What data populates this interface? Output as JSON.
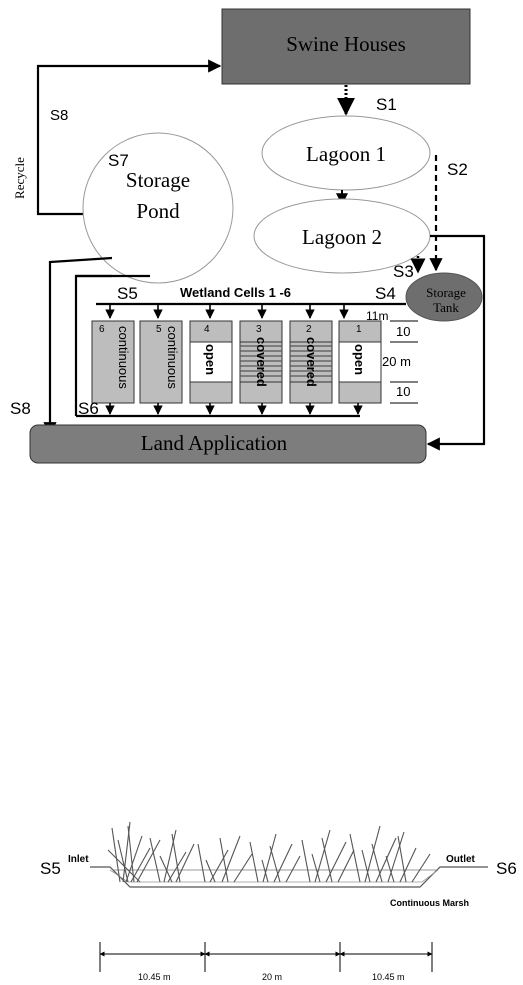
{
  "diagram": {
    "swine_houses": "Swine Houses",
    "lagoon1": "Lagoon 1",
    "lagoon2": "Lagoon 2",
    "storage_pond_line1": "Storage",
    "storage_pond_line2": "Pond",
    "storage_tank_line1": "Storage",
    "storage_tank_line2": "Tank",
    "land_application": "Land Application",
    "recycle": "Recycle",
    "wetland_title": "Wetland Cells 1 -6",
    "dim_11m": "11m",
    "dim_10_top": "10",
    "dim_20m": "20 m",
    "dim_10_bottom": "10",
    "stations": {
      "s1": "S1",
      "s2": "S2",
      "s3": "S3",
      "s4": "S4",
      "s5": "S5",
      "s6": "S6",
      "s7": "S7",
      "s8_top": "S8",
      "s8_left": "S8"
    },
    "cells": [
      {
        "num": "6",
        "label": "continuous",
        "style": "continuous"
      },
      {
        "num": "5",
        "label": "continuous",
        "style": "continuous"
      },
      {
        "num": "4",
        "label": "open",
        "style": "open"
      },
      {
        "num": "3",
        "label": "covered",
        "style": "covered"
      },
      {
        "num": "2",
        "label": "covered",
        "style": "covered"
      },
      {
        "num": "1",
        "label": "open",
        "style": "open"
      }
    ],
    "colors": {
      "dark_box": "#6e6e6e",
      "cell_gray": "#bdbdbd",
      "land_app": "#7d7d7d"
    }
  },
  "cross_section": {
    "inlet": "Inlet",
    "outlet": "Outlet",
    "s5": "S5",
    "s6": "S6",
    "marsh": "Continuous Marsh",
    "dim_left": "10.45 m",
    "dim_mid": "20 m",
    "dim_right": "10.45 m"
  }
}
